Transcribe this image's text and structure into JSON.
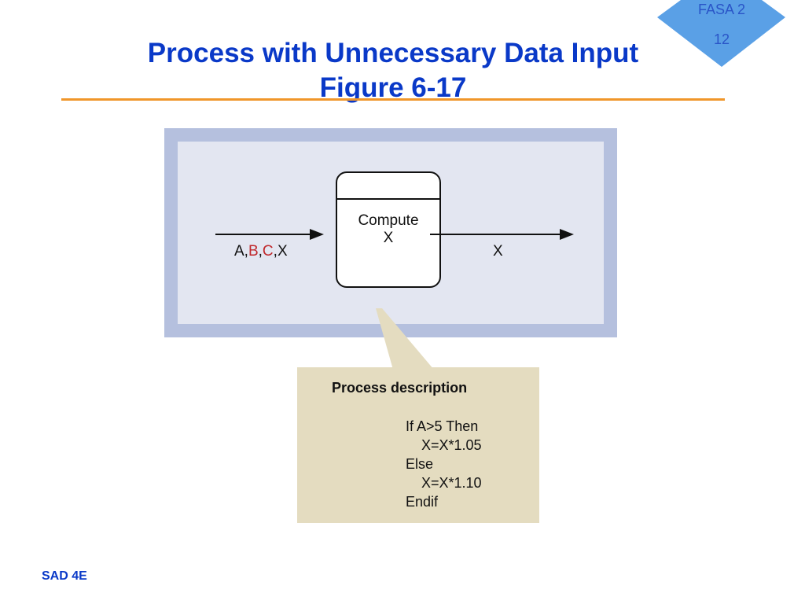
{
  "badge": {
    "line1": "FASA 2",
    "line2": "12",
    "color": "#5aa0e6"
  },
  "title": {
    "line1": "Process with Unnecessary Data Input",
    "line2": "Figure 6-17"
  },
  "diagram": {
    "process": {
      "line1": "Compute",
      "line2": "X"
    },
    "input_flow": {
      "part1": "A,",
      "part2": "B",
      "sep1": ",",
      "part3": "C",
      "sep2": ",",
      "part4": "X"
    },
    "output_flow": "X",
    "description": {
      "title": "Process description",
      "lines": [
        "If A>5 Then",
        "    X=X*1.05",
        "Else",
        "    X=X*1.10",
        "Endif"
      ]
    }
  },
  "footer": "SAD 4E"
}
